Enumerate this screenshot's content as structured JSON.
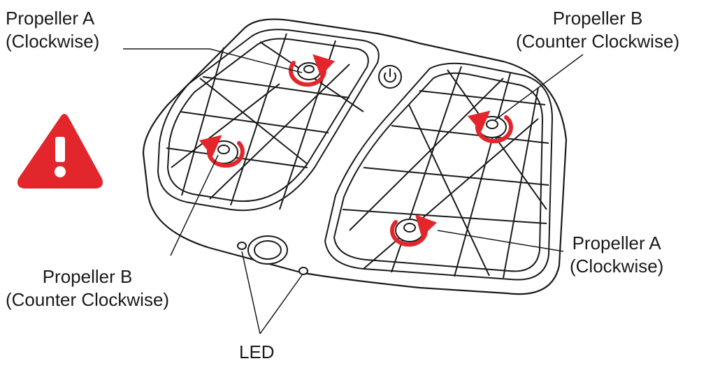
{
  "labels": {
    "top_left": {
      "line1": "Propeller A",
      "line2": "(Clockwise)"
    },
    "top_right": {
      "line1": "Propeller B",
      "line2": "(Counter Clockwise)"
    },
    "bottom_right": {
      "line1": "Propeller A",
      "line2": "(Clockwise)"
    },
    "bottom_left": {
      "line1": "Propeller B",
      "line2": "(Counter Clockwise)"
    },
    "led": "LED"
  },
  "warning": {
    "icon": "warning-exclamation-icon",
    "color": "#e3262b"
  },
  "colors": {
    "outline": "#1a1a1a",
    "arrow": "#e3262b",
    "body": "#ffffff"
  }
}
